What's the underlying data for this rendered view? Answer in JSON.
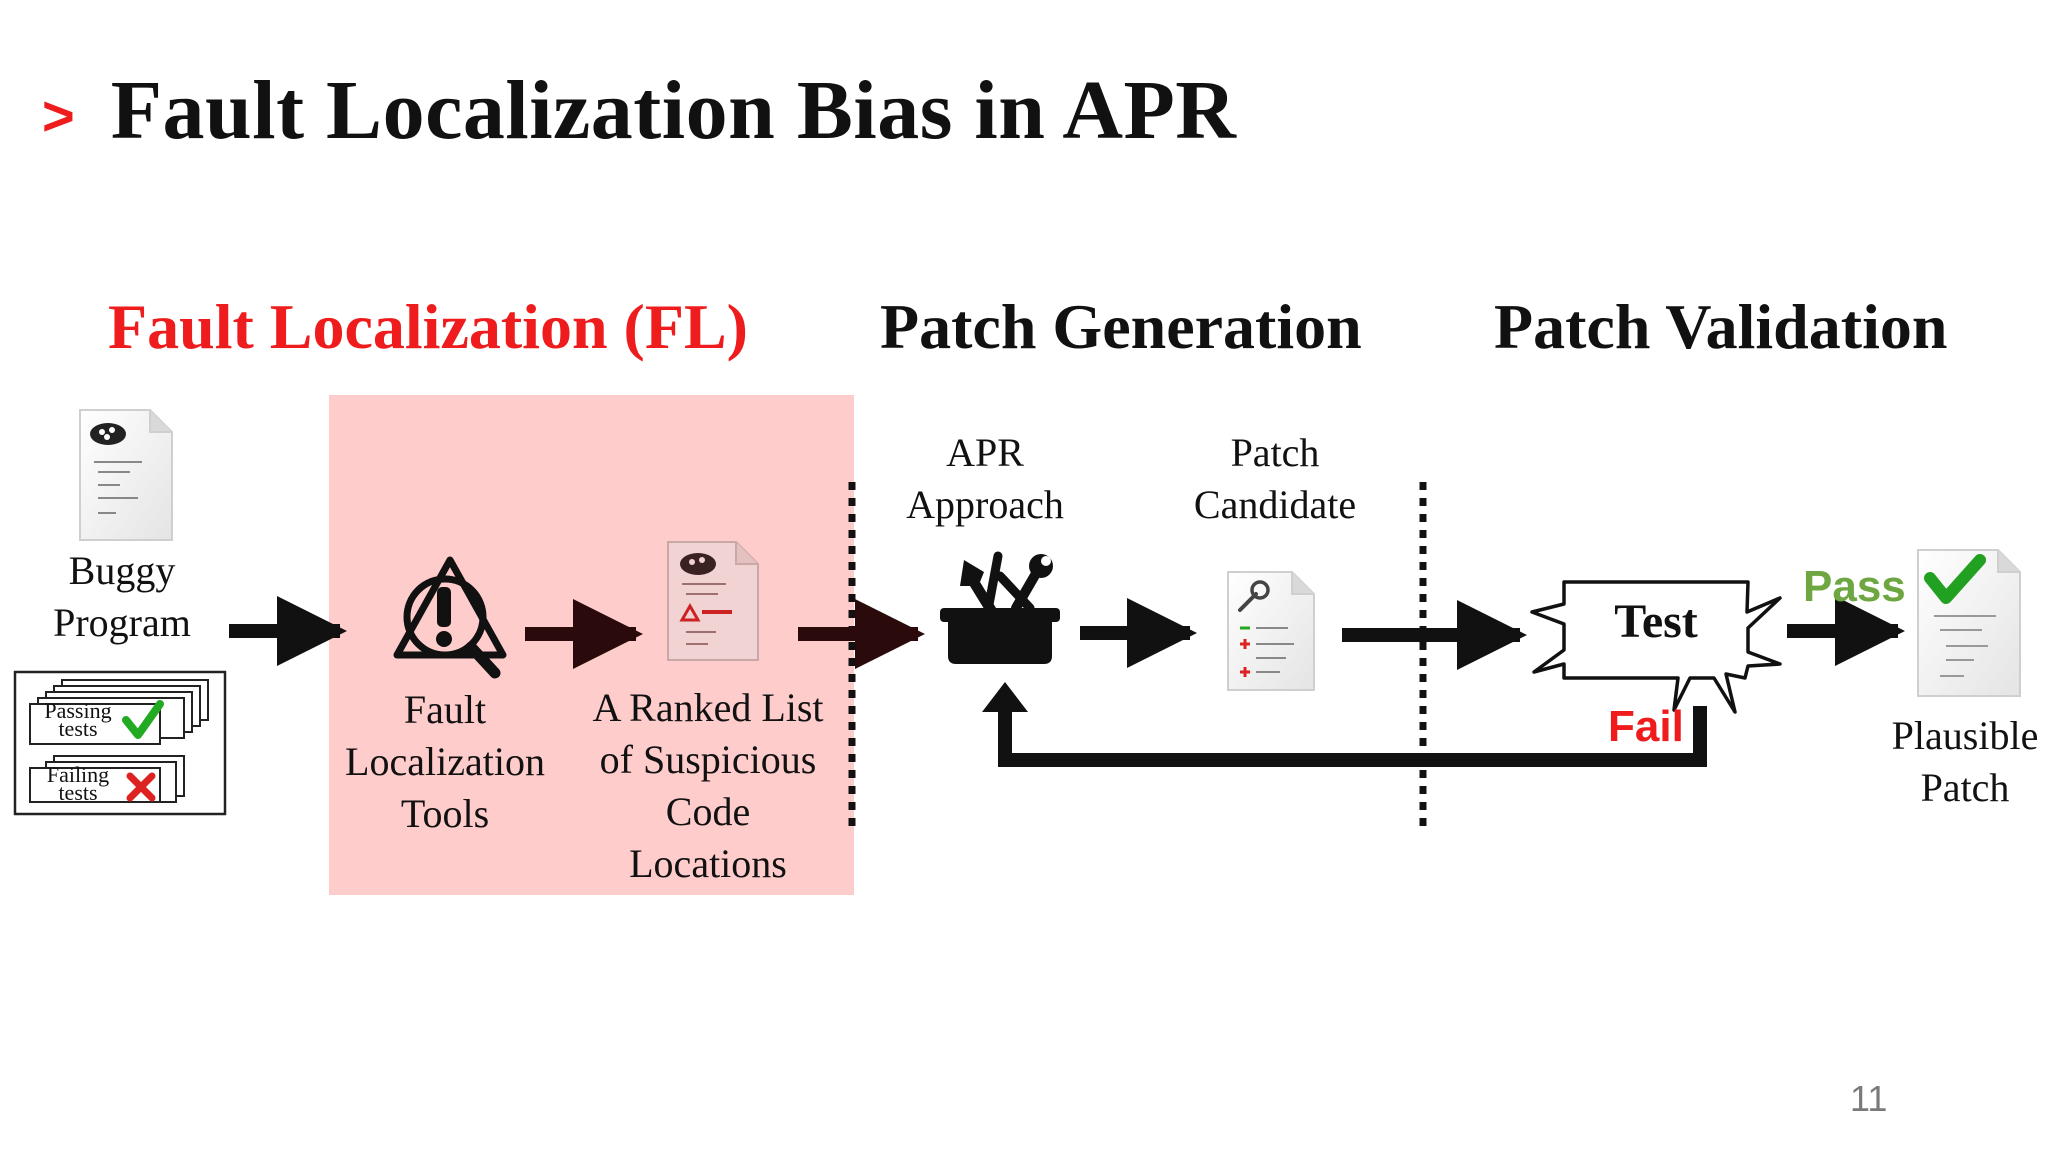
{
  "slide": {
    "marker": ">",
    "title": "Fault Localization Bias in APR",
    "page_number": "11"
  },
  "sections": {
    "fl": "Fault Localization (FL)",
    "generation": "Patch Generation",
    "validation": "Patch Validation"
  },
  "nodes": {
    "buggy_program": [
      "Buggy",
      "Program"
    ],
    "passing_tests": [
      "Passing",
      "tests"
    ],
    "failing_tests": [
      "Failing",
      "tests"
    ],
    "fl_tools": [
      "Fault",
      "Localization",
      "Tools"
    ],
    "ranked_list": [
      "A Ranked List",
      "of Suspicious",
      "Code",
      "Locations"
    ],
    "apr_approach": [
      "APR",
      "Approach"
    ],
    "patch_candidate": [
      "Patch",
      "Candidate"
    ],
    "test": "Test",
    "plausible_patch": [
      "Plausible",
      "Patch"
    ]
  },
  "edges": {
    "pass_label": "Pass",
    "fail_label": "Fail"
  },
  "colors": {
    "accent_red": "#ee1c1c",
    "fl_highlight": "#ffcccc",
    "pass_green": "#6ea741",
    "fail_red": "#ee1c1c",
    "arrow": "#111111"
  },
  "icons": {
    "buggy_program": "bug-document-icon",
    "fl_tools": "warning-magnifier-icon",
    "ranked_list": "bug-warning-document-icon",
    "apr_approach": "toolbox-icon",
    "patch_candidate": "wrench-document-icon",
    "plausible_patch": "checkmark-document-icon"
  }
}
